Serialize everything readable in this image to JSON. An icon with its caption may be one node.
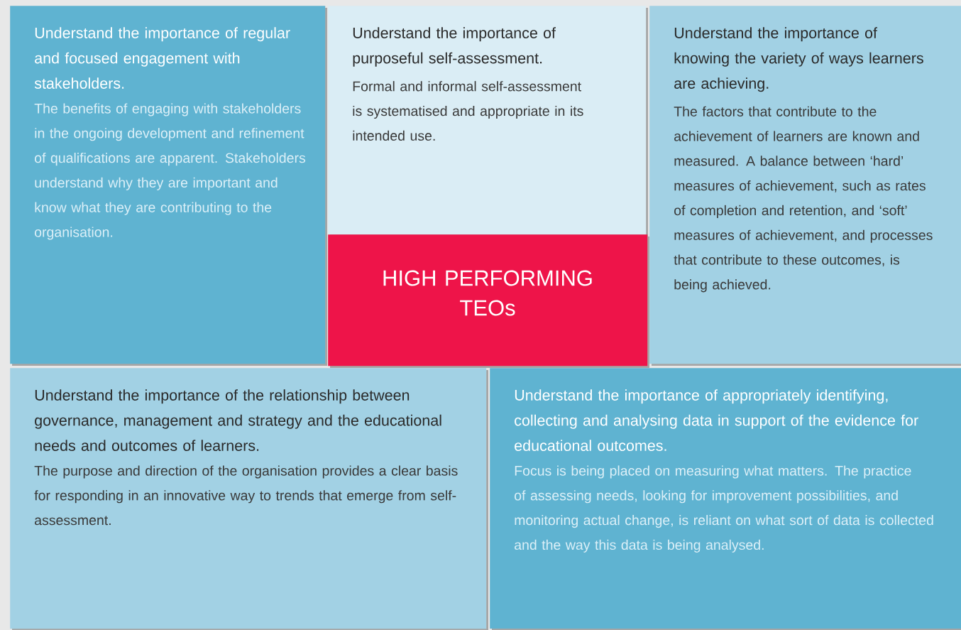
{
  "diagram": {
    "nodes": [
      {
        "text": [
          "Understand the importance of regular and focused engagement with stakeholders.",
          "The benefits of engaging with stakeholders in the ongoing development and refinement of qualifications are apparent. Stakeholders understand why they are important and know what they are contributing to the organisation."
        ]
      },
      {
        "text": [
          "Understand the importance of purposeful self-assessment.",
          "Formal and informal self-assessment is systematised and appropriate in its intended use."
        ]
      },
      {
        "text": [
          "Understand the importance of knowing the variety of ways learners are achieving.",
          "The factors that contribute to the achievement of learners are known and measured. A balance between ‘hard’ measures of achievement, such as rates of completion and retention, and ‘soft’ measures of achievement, and processes that contribute to these outcomes, is being achieved."
        ]
      },
      {
        "text": [
          "HIGH PERFORMING TEOs"
        ]
      },
      {
        "text": [
          "Understand the importance of the relationship between governance, management and strategy and the educational needs and outcomes of learners.",
          "The purpose and direction of the organisation provides a clear basis for responding in an innovative way to trends that emerge from self-assessment."
        ]
      },
      {
        "text": [
          "Understand the importance of appropriately identifying, collecting and analysing data in support of the evidence for educational outcomes.",
          "Focus is being placed on measuring what matters. The practice of assessing needs, looking for improvement possibilities, and monitoring actual change, is reliant on what sort of data is collected and the way this data is being analysed."
        ]
      }
    ]
  }
}
